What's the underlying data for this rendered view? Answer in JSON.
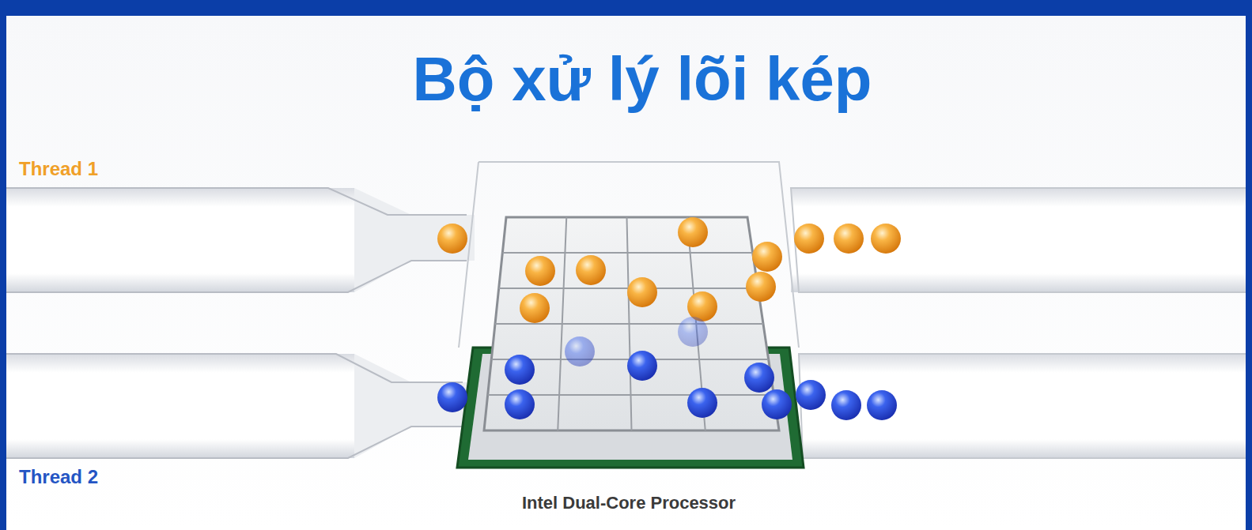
{
  "diagram": {
    "title": "Bộ xử lý lõi kép",
    "caption": "Intel Dual-Core Processor",
    "labels": [
      "Thread 1",
      "Thread 2"
    ]
  }
}
